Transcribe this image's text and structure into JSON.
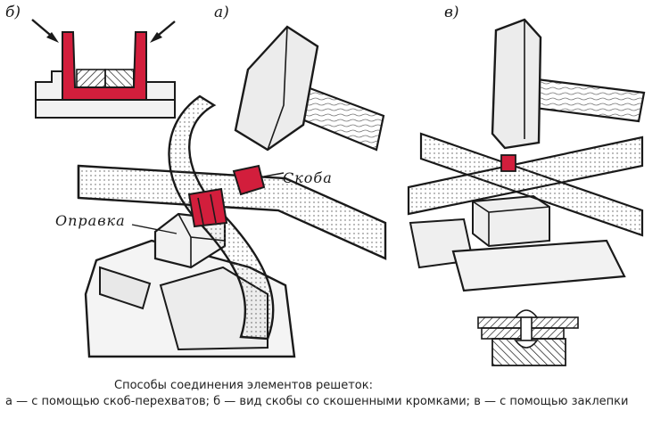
{
  "labels": {
    "panel_b": "б)",
    "panel_a": "а)",
    "panel_v": "в)",
    "skoba": "Скоба",
    "opravka": "Оправка"
  },
  "caption": {
    "title": "Способы соединения элементов решеток:",
    "body": "а — с помощью скоб-перехватов; б — вид скобы со скошенными кромками; в — с помощью заклепки"
  },
  "colors": {
    "accent": "#d21e3c",
    "ink": "#1a1a1a",
    "metal": "#e6e6e6",
    "wood": "#eeeeee"
  }
}
